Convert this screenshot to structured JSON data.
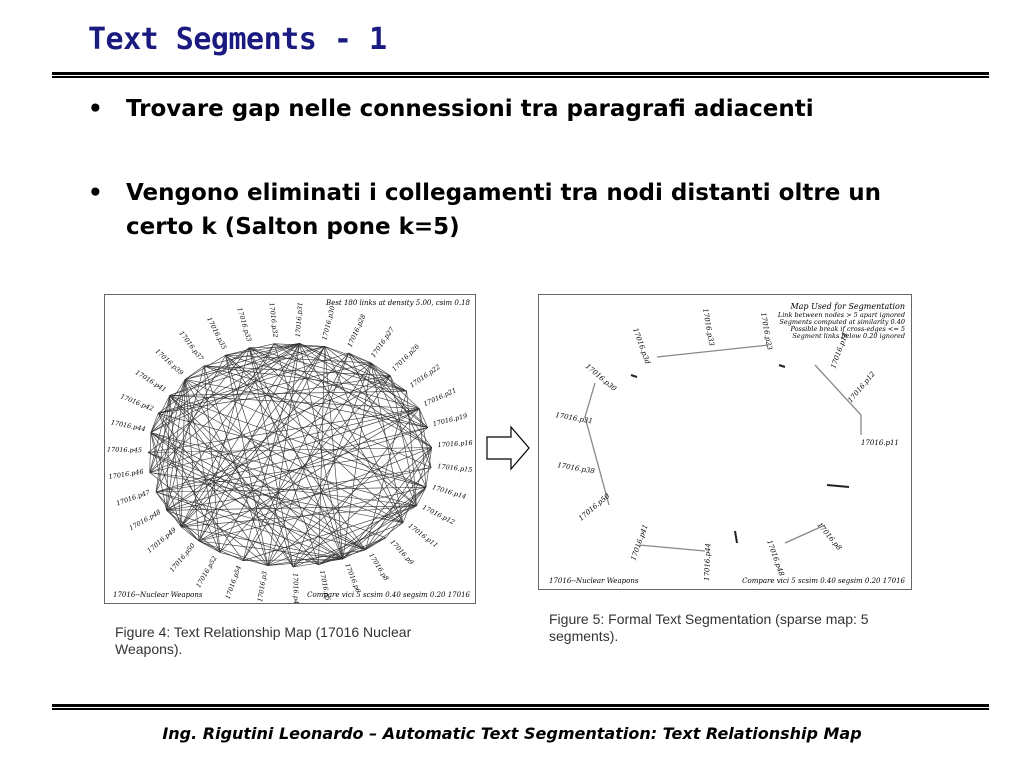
{
  "slide": {
    "title": "Text Segments - 1",
    "bullets": [
      "Trovare gap nelle connessioni tra paragrafi adiacenti",
      "Vengono eliminati i collegamenti tra nodi distanti oltre un certo k (Salton pone k=5)"
    ],
    "footer": "Ing. Rigutini Leonardo – Automatic Text Segmentation: Text Relationship Map"
  },
  "figure4": {
    "header": "Best 180 links at density 5.00, csim 0.18",
    "footer_left": "17016--Nuclear Weapons",
    "footer_right": "Compare vici 5 scsim 0.40 segsim 0.20 17016",
    "caption": "Figure 4:   Text Relationship Map (17016 Nuclear Weapons).",
    "nodes": [
      "17016.p3",
      "17016.p4",
      "17016.p5",
      "17016.p6",
      "17016.p8",
      "17016.p9",
      "17016.p11",
      "17016.p12",
      "17016.p14",
      "17016.p15",
      "17016.p16",
      "17016.p19",
      "17016.p21",
      "17016.p22",
      "17016.p26",
      "17016.p27",
      "17016.p28",
      "17016.p30",
      "17016.p31",
      "17016.p32",
      "17016.p33",
      "17016.p35",
      "17016.p37",
      "17016.p39",
      "17016.p41",
      "17016.p42",
      "17016.p44",
      "17016.p45",
      "17016.p46",
      "17016.p47",
      "17016.p48",
      "17016.p49",
      "17016.p50",
      "17016.p52",
      "17016.p54"
    ]
  },
  "figure5": {
    "legend": [
      "Map Used for Segmentation",
      "Link between nodes > 5 apart ignored",
      "Segments computed at similarity 0.40",
      "Possible break if cross-edges <= 5",
      "Segment links below 0.20 ignored"
    ],
    "footer_left": "17016--Nuclear Weapons",
    "footer_right": "Compare vici 5 scsim 0.40 segsim 0.20 17016",
    "caption": "Figure 5:  Formal Text Segmentation (sparse map:  5 segments).",
    "nodes": [
      "17016.p3d",
      "17016.p11",
      "17016.p12",
      "17016.p14",
      "17016.p23",
      "17016.p26",
      "17016.p30",
      "17016.p31",
      "17016.p33",
      "17016.p38",
      "17016.p41",
      "17016.p44",
      "17016.p48",
      "17016.p50",
      "17016.p8"
    ]
  }
}
